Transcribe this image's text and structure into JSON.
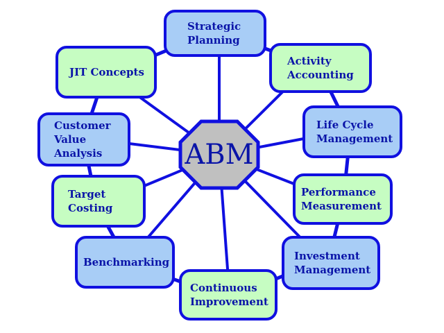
{
  "center": {
    "label": "ABM",
    "fill": "#c0c0c0"
  },
  "colors": {
    "stroke": "#1010e0",
    "text": "#0a14a8",
    "blue_fill": "#a8cdf6",
    "green_fill": "#c6fdc2"
  },
  "nodes": [
    {
      "label": "Strategic\nPlanning",
      "fill": "blue"
    },
    {
      "label": "Activity\nAccounting",
      "fill": "green"
    },
    {
      "label": "Life Cycle\nManagement",
      "fill": "blue"
    },
    {
      "label": "Performance\nMeasurement",
      "fill": "green"
    },
    {
      "label": "Investment\nManagement",
      "fill": "blue"
    },
    {
      "label": "Continuous\nImprovement",
      "fill": "green"
    },
    {
      "label": "Benchmarking",
      "fill": "blue"
    },
    {
      "label": "Target\nCosting",
      "fill": "green"
    },
    {
      "label": "Customer\nValue\nAnalysis",
      "fill": "blue"
    },
    {
      "label": "JIT Concepts",
      "fill": "green"
    }
  ]
}
